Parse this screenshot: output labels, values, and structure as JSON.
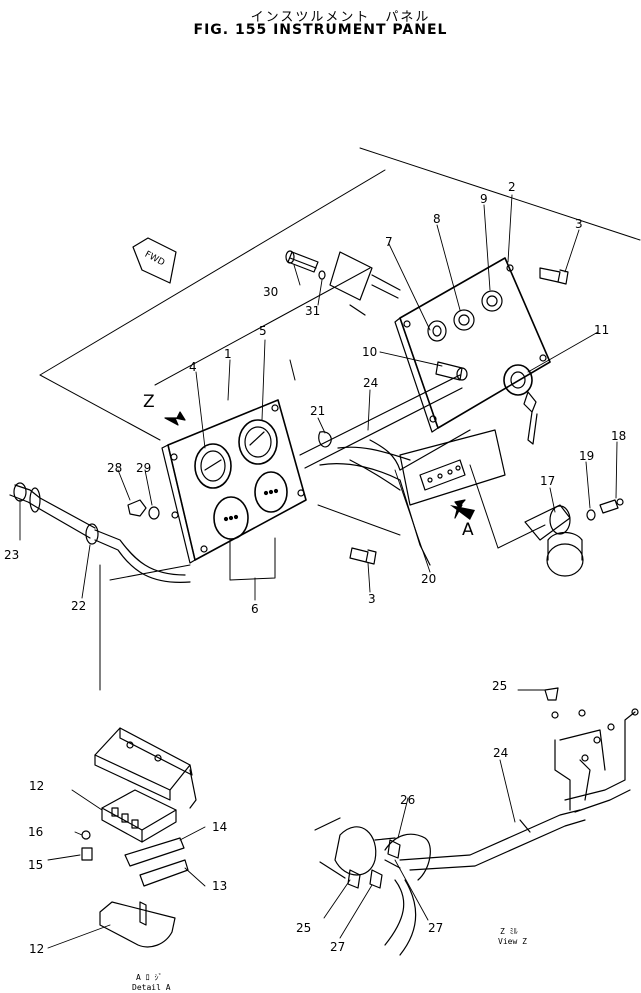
{
  "title": {
    "japanese": "インスツルメント　パネル",
    "english": "FIG. 155  INSTRUMENT  PANEL"
  },
  "arrow_labels": {
    "fwd": "FWD",
    "view_z": "Z",
    "view_a": "A"
  },
  "callouts": {
    "c1": "1",
    "c2": "2",
    "c3a": "3",
    "c3b": "3",
    "c4": "4",
    "c5": "5",
    "c6": "6",
    "c7": "7",
    "c8": "8",
    "c9": "9",
    "c10": "10",
    "c11": "11",
    "c12a": "12",
    "c12b": "12",
    "c13": "13",
    "c14": "14",
    "c15": "15",
    "c16": "16",
    "c17": "17",
    "c18": "18",
    "c19": "19",
    "c20": "20",
    "c21": "21",
    "c22": "22",
    "c23": "23",
    "c24a": "24",
    "c24b": "24",
    "c25a": "25",
    "c25b": "25",
    "c26": "26",
    "c27a": "27",
    "c27b": "27",
    "c28": "28",
    "c29": "29",
    "c30": "30",
    "c31": "31"
  },
  "captions": {
    "detail_a_jp": "A  ﾛ ｼﾞ",
    "detail_a": "Detail A",
    "view_z_jp": "Z  ﾐﾙ",
    "view_z": "View Z"
  }
}
